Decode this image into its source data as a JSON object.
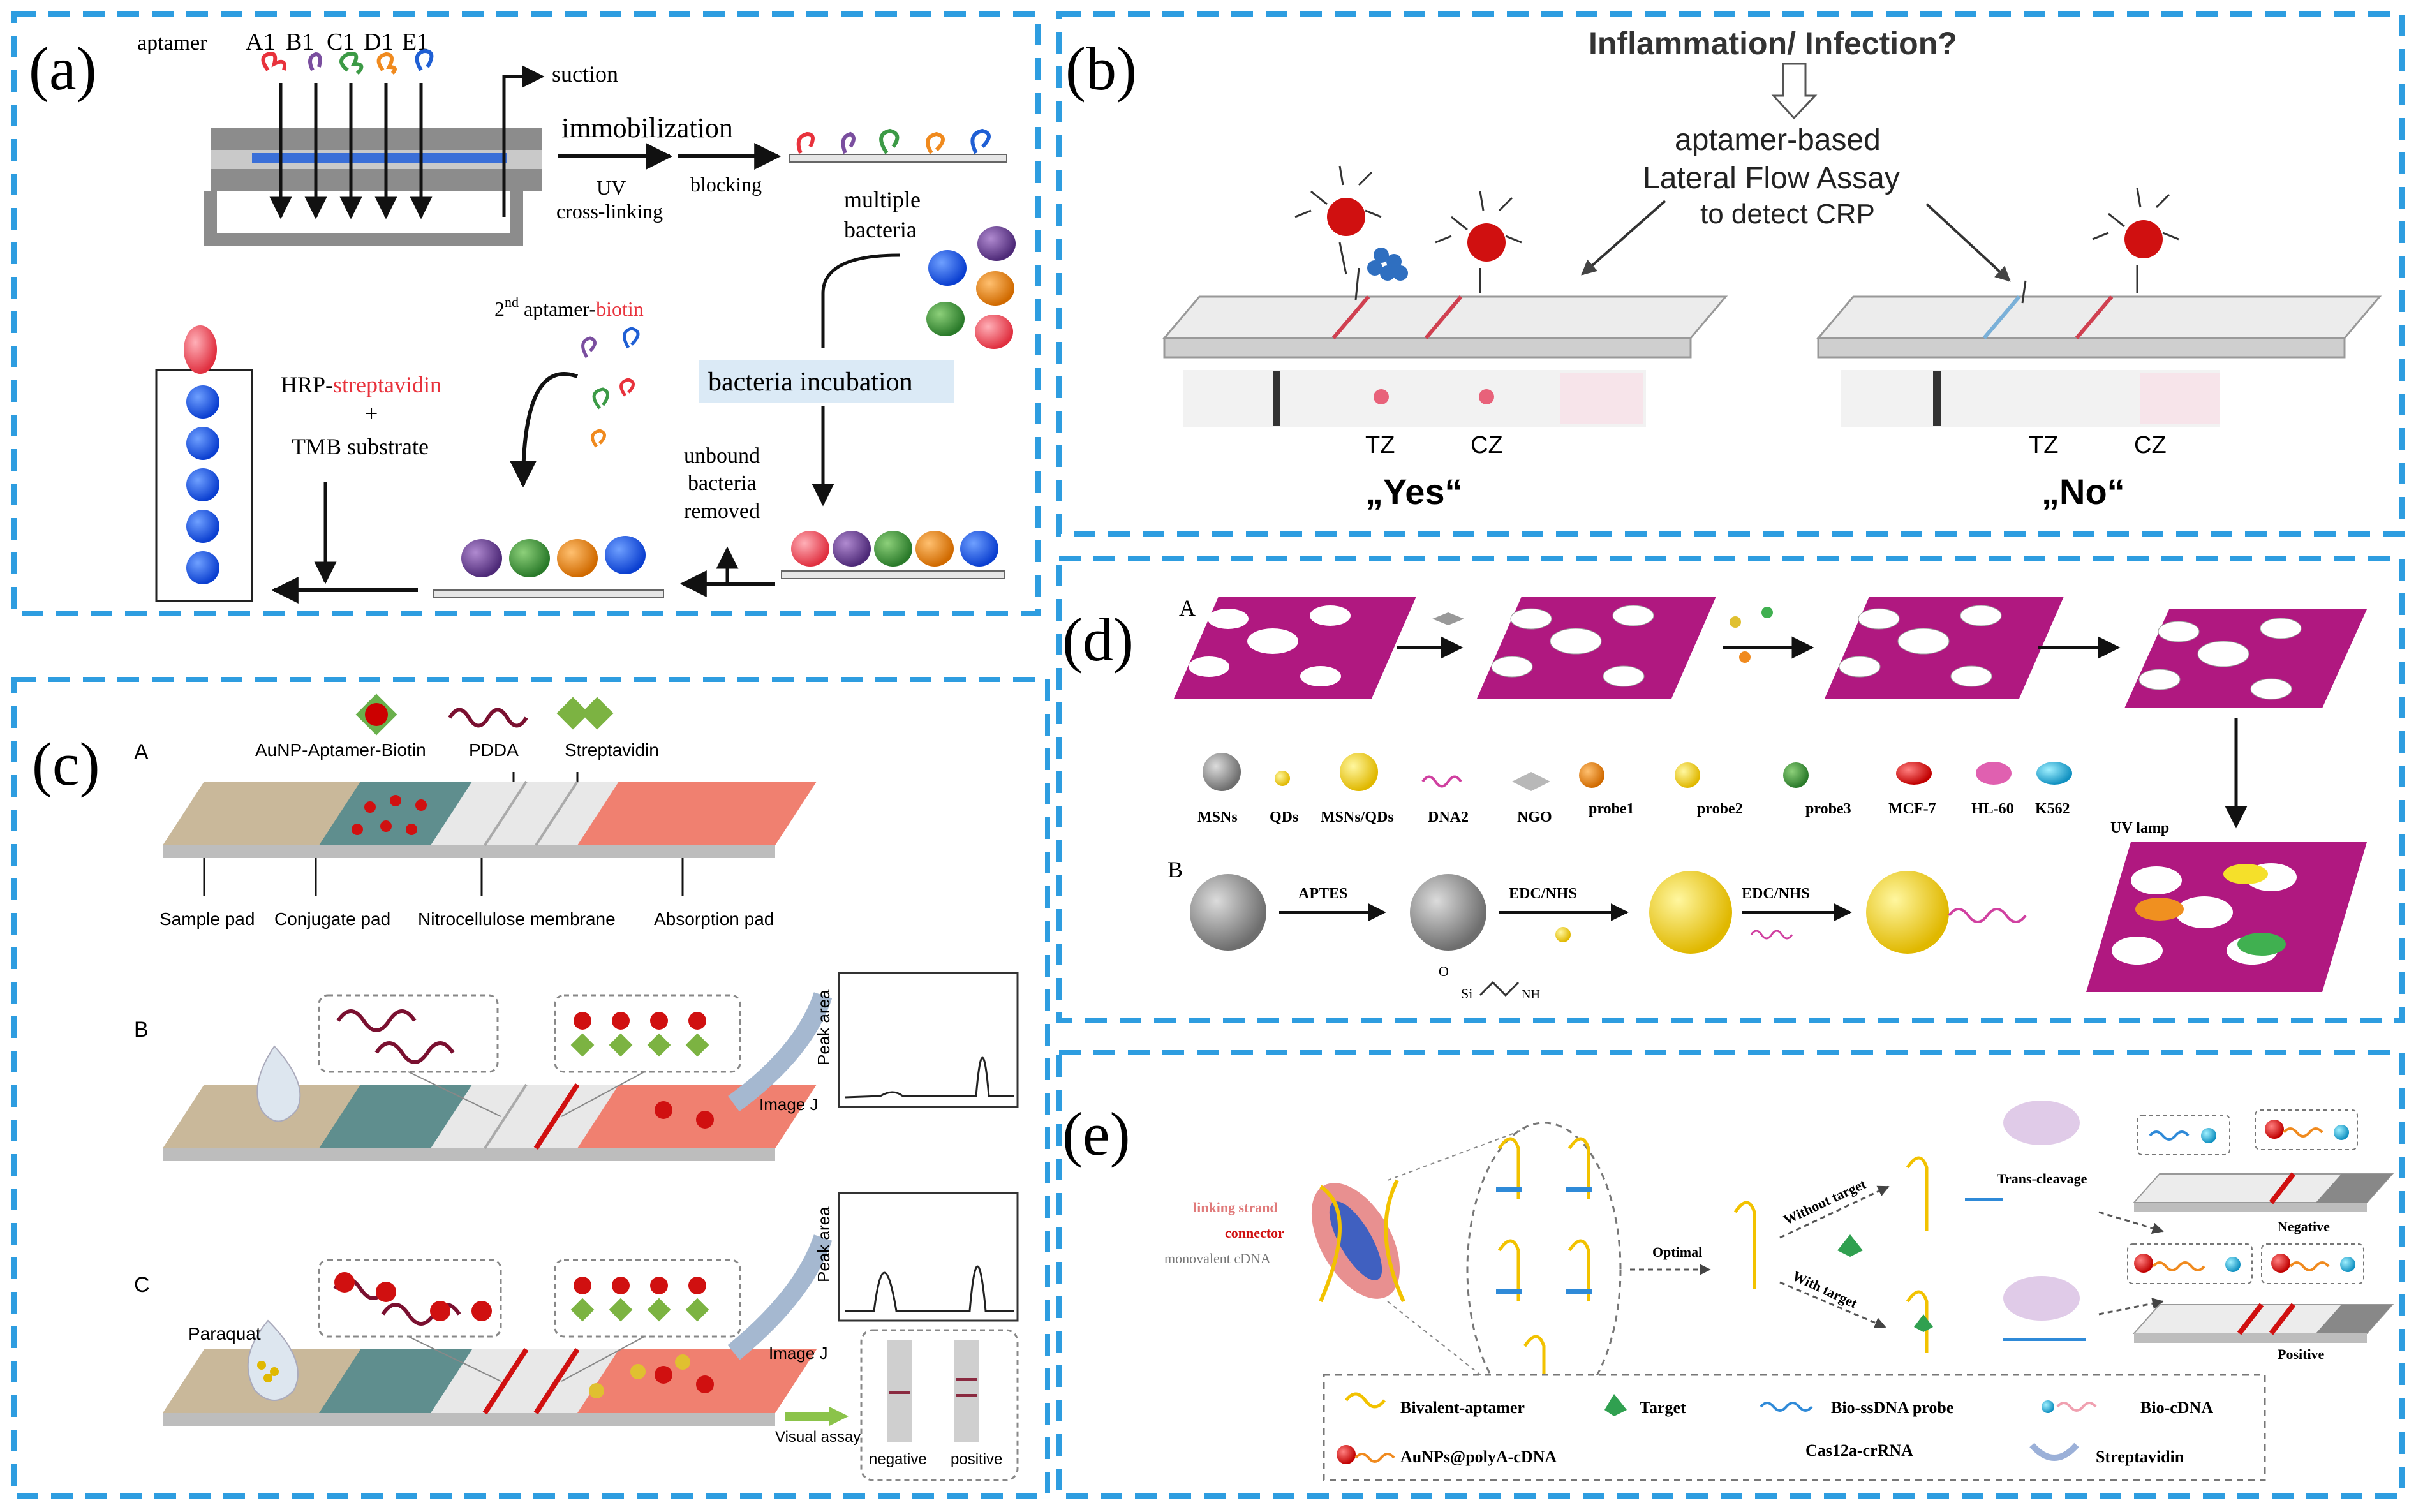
{
  "panels": {
    "a": {
      "label": "(a)",
      "aptamer": "aptamer",
      "codes": [
        "A1",
        "B1",
        "C1",
        "D1",
        "E1"
      ],
      "suction": "suction",
      "immobilization": "immobilization",
      "uv": "UV",
      "crosslinking": "cross-linking",
      "blocking": "blocking",
      "multiple": "multiple",
      "bacteria": "bacteria",
      "incubation": "bacteria incubation",
      "second_aptamer": "2",
      "second_sup": "nd",
      "second_rest": " aptamer-",
      "biotin": "biotin",
      "hrp": "HRP-",
      "streptavidin": "streptavidin",
      "plus": "+",
      "tmb": "TMB substrate",
      "unbound": "unbound",
      "unbound_bacteria": "bacteria",
      "removed": "removed",
      "colors": {
        "red": "#e8323c",
        "purple": "#7a4e9f",
        "green": "#3c9a46",
        "orange": "#f08a1e",
        "blue": "#1f5fd4"
      }
    },
    "b": {
      "label": "(b)",
      "question": "Inflammation/ Infection?",
      "assay_line1": "aptamer-based",
      "assay_line2": "Lateral Flow Assay",
      "assay_line3": "to detect CRP",
      "tz": "TZ",
      "cz": "CZ",
      "yes": "„Yes“",
      "no": "„No“"
    },
    "c": {
      "label": "(c)",
      "rowA": "A",
      "rowB": "B",
      "rowC": "C",
      "auNP": "AuNP-Aptamer-Biotin",
      "pdda": "PDDA",
      "streptavidin": "Streptavidin",
      "sample_pad": "Sample pad",
      "conjugate_pad": "Conjugate pad",
      "nitrocellulose": "Nitrocellulose membrane",
      "absorption_pad": "Absorption pad",
      "peak_area": "Peak area",
      "image_j": "Image J",
      "paraquat": "Paraquat",
      "visual_assay": "Visual assay",
      "negative": "negative",
      "positive": "positive"
    },
    "d": {
      "label": "(d)",
      "rowA": "A",
      "rowB": "B",
      "legend": [
        "MSNs",
        "QDs",
        "MSNs/QDs",
        "DNA2",
        "NGO",
        "probe1",
        "probe2",
        "probe3",
        "MCF-7",
        "HL-60",
        "K562"
      ],
      "nh2": "NH",
      "uv_lamp": "UV lamp",
      "aptes": "APTES",
      "edc1": "EDC/NHS",
      "edc2": "EDC/NHS",
      "si": "Si",
      "o": "O"
    },
    "e": {
      "label": "(e)",
      "linking": "linking strand",
      "connector": "connector",
      "monovalent": "monovalent cDNA",
      "optimal": "Optimal",
      "without": "Without target",
      "with": "With target",
      "trans": "Trans-cleavage",
      "negative": "Negative",
      "positive": "Positive",
      "legend": {
        "bivalent": "Bivalent-aptamer",
        "target": "Target",
        "bio_ssdna": "Bio-ssDNA probe",
        "bio_cdna": "Bio-cDNA",
        "aunps": "AuNPs@polyA-cDNA",
        "cas12a": "Cas12a-crRNA",
        "streptavidin": "Streptavidin"
      }
    }
  }
}
